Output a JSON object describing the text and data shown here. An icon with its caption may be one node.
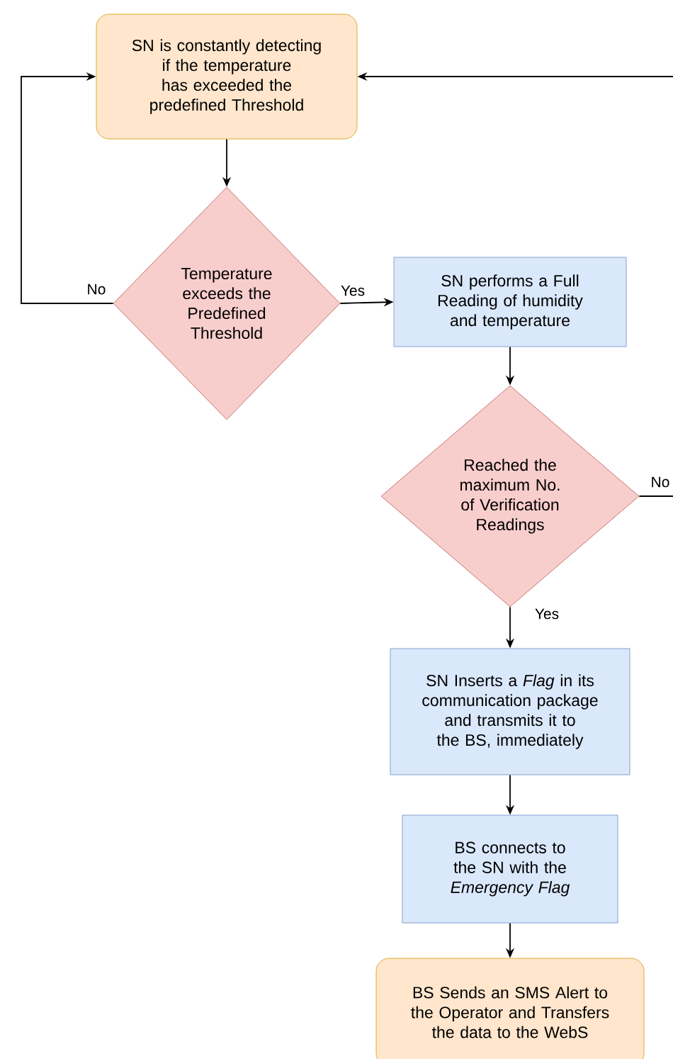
{
  "diagram": {
    "nodes": [
      {
        "text": [
          "SN is constantly detecting if the temperature has exceeded the predefined Threshold"
        ]
      },
      {
        "text": [
          "Temperature exceeds the Predefined Threshold"
        ]
      },
      {
        "text": [
          "SN performs a Full Reading of humidity and temperature"
        ]
      },
      {
        "text": [
          "Reached the maximum No. of Verification Readings"
        ]
      },
      {
        "text": [
          "SN Inserts a *Flag* in its communication package and transmits it to the BS, immediately"
        ]
      },
      {
        "text": [
          "BS connects to the SN with the *Emergency Flag*"
        ]
      },
      {
        "text": [
          "BS Sends an SMS Alert to the Operator and Transfers the data to the WebS"
        ]
      }
    ],
    "edges": [
      {
        "from": 0,
        "to": 1,
        "arrow": "to"
      },
      {
        "from": 1,
        "to": 0,
        "arrow": "to",
        "label": "No"
      },
      {
        "from": 1,
        "to": 2,
        "arrow": "to",
        "label": "Yes"
      },
      {
        "from": 2,
        "to": 3,
        "arrow": "to"
      },
      {
        "from": 3,
        "to": null,
        "arrow": "none",
        "label": "No"
      },
      {
        "from": null,
        "to": 0,
        "arrow": "to"
      },
      {
        "from": 3,
        "to": 4,
        "arrow": "to",
        "label": "Yes"
      },
      {
        "from": 4,
        "to": 5,
        "arrow": "to"
      },
      {
        "from": 5,
        "to": 6,
        "arrow": "to"
      }
    ]
  }
}
